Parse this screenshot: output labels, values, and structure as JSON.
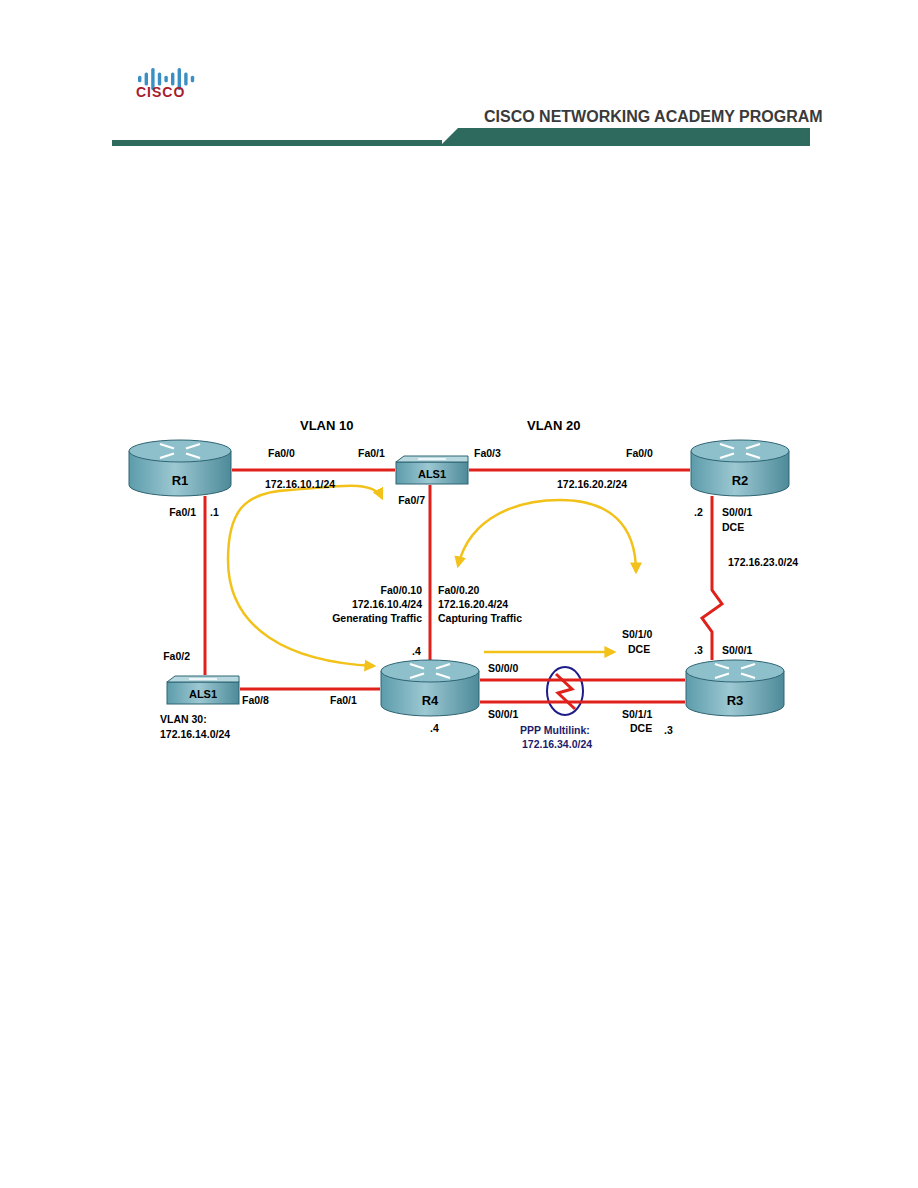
{
  "diagram": {
    "nodes": [
      {
        "text": [
          "R1"
        ]
      },
      {
        "text": [
          "ALS1"
        ]
      },
      {
        "text": [
          "R2"
        ]
      },
      {
        "text": [
          "ALS1"
        ]
      },
      {
        "text": [
          "R4"
        ]
      },
      {
        "text": [
          "R3"
        ]
      }
    ],
    "edges": [
      {
        "from": 0,
        "to": 1,
        "arrow": "none"
      },
      {
        "from": 1,
        "to": 2,
        "arrow": "none"
      },
      {
        "from": 1,
        "to": 4,
        "arrow": "none"
      },
      {
        "from": 0,
        "to": 3,
        "arrow": "none"
      },
      {
        "from": 3,
        "to": 4,
        "arrow": "none"
      },
      {
        "from": 2,
        "to": 5,
        "arrow": "none"
      },
      {
        "from": 4,
        "to": 5,
        "arrow": "none"
      },
      {
        "from": 4,
        "to": 5,
        "arrow": "none"
      }
    ],
    "labels": [
      "CISCO",
      "CISCO NETWORKING ACADEMY PROGRAM",
      "VLAN 10",
      "VLAN 20",
      "Fa0/0",
      "Fa0/1",
      "Fa0/3",
      "Fa0/0",
      "172.16.10.1/24",
      "172.16.20.2/24",
      "Fa0/7",
      "Fa0/1",
      ".1",
      ".2",
      "S0/0/1",
      "DCE",
      "172.16.23.0/24",
      "Fa0/0.10",
      "172.16.10.4/24",
      "Generating Traffic",
      "Fa0/0.20",
      "172.16.20.4/24",
      "Capturing Traffic",
      "S0/1/0",
      "DCE",
      ".3",
      "S0/0/1",
      "Fa0/2",
      "Fa0/8",
      ".4",
      "Fa0/1",
      "S0/0/0",
      "S0/0/1",
      "S0/1/1",
      "DCE",
      "VLAN 30:",
      "172.16.14.0/24",
      ".4",
      "PPP Multilink:",
      "172.16.34.0/24",
      ".3"
    ]
  }
}
